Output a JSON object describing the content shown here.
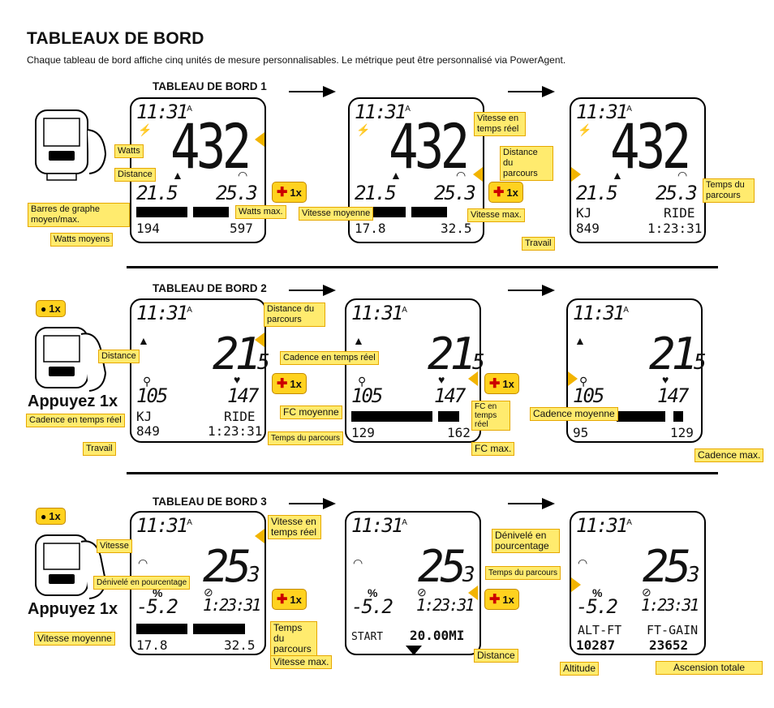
{
  "page": {
    "title": "TABLEAUX DE BORD",
    "subtitle": "Chaque tableau de bord affiche cinq unités de mesure personnalisables.  Le métrique peut être personnalisé via PowerAgent."
  },
  "tags": {
    "plus": "1x",
    "dot": "1x",
    "press": "Appuyez 1x"
  },
  "colors": {
    "label_fill": "#ffeb6e",
    "pointer": "#f2b400",
    "tag_fill": "#ffd21f",
    "plus": "#cc0000"
  },
  "sections": [
    {
      "title": "TABLEAU DE BORD 1",
      "screens": [
        {
          "time": "11:31",
          "ampm": "A",
          "big": "432",
          "left": "21.5",
          "right": "25.3",
          "row3_l": "",
          "row3_r": "",
          "bottom_l": "194",
          "bottom_r": "597"
        },
        {
          "time": "11:31",
          "ampm": "A",
          "big": "432",
          "left": "21.5",
          "right": "25.3",
          "row3_l": "",
          "row3_r": "",
          "bottom_l": "17.8",
          "bottom_r": "32.5"
        },
        {
          "time": "11:31",
          "ampm": "A",
          "big": "432",
          "left": "21.5",
          "right": "25.3",
          "row3_l": "KJ",
          "row3_r": "RIDE",
          "bottom_l": "849",
          "bottom_r": "1:23:31"
        }
      ],
      "labels": {
        "watts": "Watts",
        "distance": "Distance",
        "bars": "Barres de graphe moyen/max.",
        "avg_watts": "Watts moyens",
        "max_watts": "Watts max.",
        "avg_speed": "Vitesse moyenne",
        "realtime_speed": "Vitesse en temps réel",
        "max_speed": "Vitesse max.",
        "ride_distance": "Distance du parcours",
        "ride_time": "Temps du parcours",
        "work": "Travail"
      }
    },
    {
      "title": "TABLEAU DE BORD 2",
      "screens": [
        {
          "time": "11:31",
          "ampm": "A",
          "big": "21",
          "big_sub": "5",
          "left": "105",
          "right": "147",
          "row3_l": "KJ",
          "row3_r": "RIDE",
          "bottom_l": "849",
          "bottom_r": "1:23:31"
        },
        {
          "time": "11:31",
          "ampm": "A",
          "big": "21",
          "big_sub": "5",
          "left": "105",
          "right": "147",
          "bottom_l": "129",
          "bottom_r": "162"
        },
        {
          "time": "11:31",
          "ampm": "A",
          "big": "21",
          "big_sub": "5",
          "left": "105",
          "right": "147",
          "bottom_l": "95",
          "bottom_r": "129"
        }
      ],
      "labels": {
        "ride_distance": "Distance du parcours",
        "distance": "Distance",
        "cadence_rt": "Cadence en temps réel",
        "work": "Travail",
        "ride_time": "Temps du parcours",
        "cadence_rt2": "Cadence en temps réel",
        "avg_hr": "FC moyenne",
        "hr_rt": "FC en temps réel",
        "max_hr": "FC max.",
        "avg_cadence": "Cadence moyenne",
        "max_cadence": "Cadence max."
      }
    },
    {
      "title": "TABLEAU DE BORD 3",
      "screens": [
        {
          "time": "11:31",
          "ampm": "A",
          "big": "25",
          "big_sub": "3",
          "pct": "%",
          "left": "-5.2",
          "right": "1:23:31",
          "bottom_l": "17.8",
          "bottom_r": "32.5"
        },
        {
          "time": "11:31",
          "ampm": "A",
          "big": "25",
          "big_sub": "3",
          "pct": "%",
          "left": "-5.2",
          "right": "1:23:31",
          "row3_l": "START",
          "row3_r": "20.00MI"
        },
        {
          "time": "11:31",
          "ampm": "A",
          "big": "25",
          "big_sub": "3",
          "pct": "%",
          "left": "-5.2",
          "right": "1:23:31",
          "row3_l": "ALT-FT",
          "row3_r": "FT-GAIN",
          "bottom_l": "10287",
          "bottom_r": "23652"
        }
      ],
      "labels": {
        "speed": "Vitesse",
        "grade_pct": "Dénivelé en pourcentage",
        "avg_speed": "Vitesse moyenne",
        "realtime_speed": "Vitesse en temps réel",
        "ride_time": "Temps du parcours",
        "max_speed": "Vitesse max.",
        "ride_time2": "Temps du parcours",
        "distance": "Distance",
        "grade_pct2": "Dénivelé en pourcentage",
        "altitude": "Altitude",
        "total_ascent": "Ascension totale"
      }
    }
  ]
}
